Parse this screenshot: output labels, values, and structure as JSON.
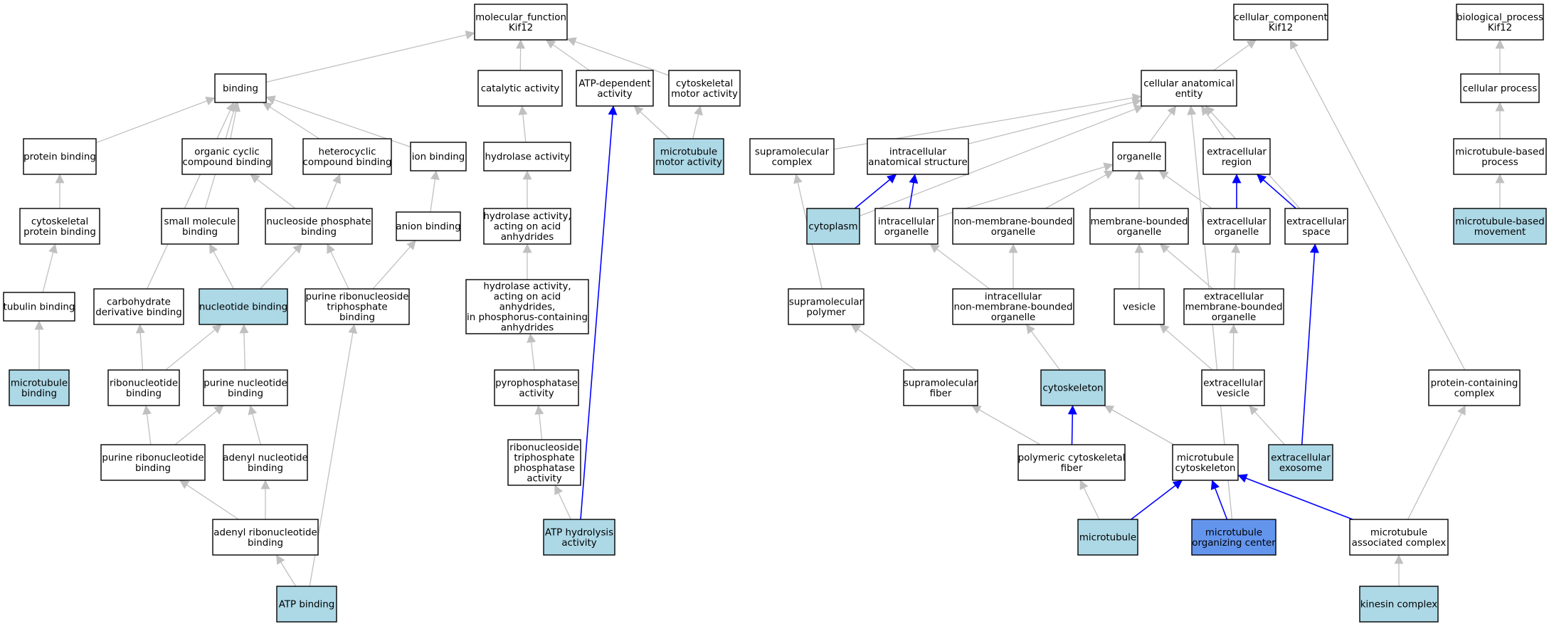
{
  "colors": {
    "node_default": "#ffffff",
    "node_annotated": "#add8e6",
    "node_highlight": "#6495ed",
    "edge_default": "#c0c0c0",
    "edge_part_of": "#0000ff",
    "border": "#000000"
  },
  "nodes": {
    "mf": {
      "lines": [
        "molecular_function",
        "Kif12"
      ],
      "fill": "default"
    },
    "cc": {
      "lines": [
        "cellular_component",
        "Kif12"
      ],
      "fill": "default"
    },
    "bp": {
      "lines": [
        "biological_process",
        "Kif12"
      ],
      "fill": "default"
    },
    "binding": {
      "lines": [
        "binding"
      ],
      "fill": "default"
    },
    "cat": {
      "lines": [
        "catalytic activity"
      ],
      "fill": "default"
    },
    "atpdep": {
      "lines": [
        "ATP-dependent",
        "activity"
      ],
      "fill": "default"
    },
    "cytomot": {
      "lines": [
        "cytoskeletal",
        "motor activity"
      ],
      "fill": "default"
    },
    "cae": {
      "lines": [
        "cellular anatomical",
        "entity"
      ],
      "fill": "default"
    },
    "cellproc": {
      "lines": [
        "cellular process"
      ],
      "fill": "default"
    },
    "protbind": {
      "lines": [
        "protein binding"
      ],
      "fill": "default"
    },
    "occb": {
      "lines": [
        "organic cyclic",
        "compound binding"
      ],
      "fill": "default"
    },
    "hcb": {
      "lines": [
        "heterocyclic",
        "compound binding"
      ],
      "fill": "default"
    },
    "ionb": {
      "lines": [
        "ion binding"
      ],
      "fill": "default"
    },
    "hydro": {
      "lines": [
        "hydrolase activity"
      ],
      "fill": "default"
    },
    "mtmotor": {
      "lines": [
        "microtubule",
        "motor activity"
      ],
      "fill": "annotated"
    },
    "supcomp": {
      "lines": [
        "supramolecular",
        "complex"
      ],
      "fill": "default"
    },
    "ias": {
      "lines": [
        "intracellular",
        "anatomical structure"
      ],
      "fill": "default"
    },
    "organelle": {
      "lines": [
        "organelle"
      ],
      "fill": "default"
    },
    "extreg": {
      "lines": [
        "extracellular",
        "region"
      ],
      "fill": "default"
    },
    "mtbp": {
      "lines": [
        "microtubule-based",
        "process"
      ],
      "fill": "default"
    },
    "cytpb": {
      "lines": [
        "cytoskeletal",
        "protein binding"
      ],
      "fill": "default"
    },
    "smb": {
      "lines": [
        "small molecule",
        "binding"
      ],
      "fill": "default"
    },
    "nspb": {
      "lines": [
        "nucleoside phosphate",
        "binding"
      ],
      "fill": "default"
    },
    "anionb": {
      "lines": [
        "anion binding"
      ],
      "fill": "default"
    },
    "hyaa": {
      "lines": [
        "hydrolase activity,",
        "acting on acid",
        "anhydrides"
      ],
      "fill": "default"
    },
    "cytoplasm": {
      "lines": [
        "cytoplasm"
      ],
      "fill": "annotated"
    },
    "intorg": {
      "lines": [
        "intracellular",
        "organelle"
      ],
      "fill": "default"
    },
    "nmbo": {
      "lines": [
        "non-membrane-bounded",
        "organelle"
      ],
      "fill": "default"
    },
    "mbo": {
      "lines": [
        "membrane-bounded",
        "organelle"
      ],
      "fill": "default"
    },
    "extorg": {
      "lines": [
        "extracellular",
        "organelle"
      ],
      "fill": "default"
    },
    "extspace": {
      "lines": [
        "extracellular",
        "space"
      ],
      "fill": "default"
    },
    "mtbm": {
      "lines": [
        "microtubule-based",
        "movement"
      ],
      "fill": "annotated"
    },
    "tubb": {
      "lines": [
        "tubulin binding"
      ],
      "fill": "default"
    },
    "cdb": {
      "lines": [
        "carbohydrate",
        "derivative binding"
      ],
      "fill": "default"
    },
    "nucb": {
      "lines": [
        "nucleotide binding"
      ],
      "fill": "annotated"
    },
    "prntb": {
      "lines": [
        "purine ribonucleoside",
        "triphosphate",
        "binding"
      ],
      "fill": "default"
    },
    "hyaap": {
      "lines": [
        "hydrolase activity,",
        "acting on acid",
        "anhydrides,",
        "in phosphorus-containing",
        "anhydrides"
      ],
      "fill": "default"
    },
    "suppoly": {
      "lines": [
        "supramolecular",
        "polymer"
      ],
      "fill": "default"
    },
    "inmbo": {
      "lines": [
        "intracellular",
        "non-membrane-bounded",
        "organelle"
      ],
      "fill": "default"
    },
    "vesicle": {
      "lines": [
        "vesicle"
      ],
      "fill": "default"
    },
    "embo": {
      "lines": [
        "extracellular",
        "membrane-bounded",
        "organelle"
      ],
      "fill": "default"
    },
    "mtbind": {
      "lines": [
        "microtubule",
        "binding"
      ],
      "fill": "annotated"
    },
    "rnb": {
      "lines": [
        "ribonucleotide",
        "binding"
      ],
      "fill": "default"
    },
    "pnb": {
      "lines": [
        "purine nucleotide",
        "binding"
      ],
      "fill": "default"
    },
    "ppase": {
      "lines": [
        "pyrophosphatase",
        "activity"
      ],
      "fill": "default"
    },
    "supfib": {
      "lines": [
        "supramolecular",
        "fiber"
      ],
      "fill": "default"
    },
    "cytoskel": {
      "lines": [
        "cytoskeleton"
      ],
      "fill": "annotated"
    },
    "extves": {
      "lines": [
        "extracellular",
        "vesicle"
      ],
      "fill": "default"
    },
    "pcc": {
      "lines": [
        "protein-containing",
        "complex"
      ],
      "fill": "default"
    },
    "prnb": {
      "lines": [
        "purine ribonucleotide",
        "binding"
      ],
      "fill": "default"
    },
    "anb": {
      "lines": [
        "adenyl nucleotide",
        "binding"
      ],
      "fill": "default"
    },
    "rntpa": {
      "lines": [
        "ribonucleoside",
        "triphosphate",
        "phosphatase",
        "activity"
      ],
      "fill": "default"
    },
    "pcf": {
      "lines": [
        "polymeric cytoskeletal",
        "fiber"
      ],
      "fill": "default"
    },
    "mtcs": {
      "lines": [
        "microtubule",
        "cytoskeleton"
      ],
      "fill": "default"
    },
    "exo": {
      "lines": [
        "extracellular",
        "exosome"
      ],
      "fill": "annotated"
    },
    "arnb": {
      "lines": [
        "adenyl ribonucleotide",
        "binding"
      ],
      "fill": "default"
    },
    "atphyd": {
      "lines": [
        "ATP hydrolysis",
        "activity"
      ],
      "fill": "annotated"
    },
    "mt": {
      "lines": [
        "microtubule"
      ],
      "fill": "annotated"
    },
    "mtoc": {
      "lines": [
        "microtubule",
        "organizing center"
      ],
      "fill": "highlight"
    },
    "mtac": {
      "lines": [
        "microtubule",
        "associated complex"
      ],
      "fill": "default"
    },
    "atpb": {
      "lines": [
        "ATP binding"
      ],
      "fill": "annotated"
    },
    "kinc": {
      "lines": [
        "kinesin complex"
      ],
      "fill": "annotated"
    }
  },
  "edges": [
    {
      "from": "binding",
      "to": "mf",
      "type": "is_a"
    },
    {
      "from": "cat",
      "to": "mf",
      "type": "is_a"
    },
    {
      "from": "atpdep",
      "to": "mf",
      "type": "is_a"
    },
    {
      "from": "cytomot",
      "to": "mf",
      "type": "is_a"
    },
    {
      "from": "cae",
      "to": "cc",
      "type": "is_a"
    },
    {
      "from": "pcc",
      "to": "cc",
      "type": "is_a"
    },
    {
      "from": "cellproc",
      "to": "bp",
      "type": "is_a"
    },
    {
      "from": "protbind",
      "to": "binding",
      "type": "is_a"
    },
    {
      "from": "occb",
      "to": "binding",
      "type": "is_a"
    },
    {
      "from": "hcb",
      "to": "binding",
      "type": "is_a"
    },
    {
      "from": "ionb",
      "to": "binding",
      "type": "is_a"
    },
    {
      "from": "smb",
      "to": "binding",
      "type": "is_a"
    },
    {
      "from": "cdb",
      "to": "binding",
      "type": "is_a"
    },
    {
      "from": "hydro",
      "to": "cat",
      "type": "is_a"
    },
    {
      "from": "mtmotor",
      "to": "atpdep",
      "type": "is_a"
    },
    {
      "from": "mtmotor",
      "to": "cytomot",
      "type": "is_a"
    },
    {
      "from": "atphyd",
      "to": "atpdep",
      "type": "part_of"
    },
    {
      "from": "supcomp",
      "to": "cae",
      "type": "is_a"
    },
    {
      "from": "ias",
      "to": "cae",
      "type": "is_a"
    },
    {
      "from": "organelle",
      "to": "cae",
      "type": "is_a"
    },
    {
      "from": "extreg",
      "to": "cae",
      "type": "is_a"
    },
    {
      "from": "cytoplasm",
      "to": "cae",
      "type": "is_a"
    },
    {
      "from": "extspace",
      "to": "cae",
      "type": "is_a"
    },
    {
      "from": "mtoc",
      "to": "cae",
      "type": "is_a"
    },
    {
      "from": "mtbp",
      "to": "cellproc",
      "type": "is_a"
    },
    {
      "from": "cytpb",
      "to": "protbind",
      "type": "is_a"
    },
    {
      "from": "nspb",
      "to": "occb",
      "type": "is_a"
    },
    {
      "from": "nspb",
      "to": "hcb",
      "type": "is_a"
    },
    {
      "from": "anionb",
      "to": "ionb",
      "type": "is_a"
    },
    {
      "from": "hyaa",
      "to": "hydro",
      "type": "is_a"
    },
    {
      "from": "cytoplasm",
      "to": "ias",
      "type": "part_of"
    },
    {
      "from": "intorg",
      "to": "ias",
      "type": "part_of"
    },
    {
      "from": "intorg",
      "to": "organelle",
      "type": "is_a"
    },
    {
      "from": "nmbo",
      "to": "organelle",
      "type": "is_a"
    },
    {
      "from": "mbo",
      "to": "organelle",
      "type": "is_a"
    },
    {
      "from": "extorg",
      "to": "organelle",
      "type": "is_a"
    },
    {
      "from": "extorg",
      "to": "extreg",
      "type": "part_of"
    },
    {
      "from": "extspace",
      "to": "extreg",
      "type": "part_of"
    },
    {
      "from": "mtbm",
      "to": "mtbp",
      "type": "is_a"
    },
    {
      "from": "tubb",
      "to": "cytpb",
      "type": "is_a"
    },
    {
      "from": "nucb",
      "to": "smb",
      "type": "is_a"
    },
    {
      "from": "nucb",
      "to": "nspb",
      "type": "is_a"
    },
    {
      "from": "prntb",
      "to": "nspb",
      "type": "is_a"
    },
    {
      "from": "prntb",
      "to": "anionb",
      "type": "is_a"
    },
    {
      "from": "hyaap",
      "to": "hyaa",
      "type": "is_a"
    },
    {
      "from": "suppoly",
      "to": "supcomp",
      "type": "is_a"
    },
    {
      "from": "inmbo",
      "to": "intorg",
      "type": "is_a"
    },
    {
      "from": "inmbo",
      "to": "nmbo",
      "type": "is_a"
    },
    {
      "from": "vesicle",
      "to": "mbo",
      "type": "is_a"
    },
    {
      "from": "embo",
      "to": "mbo",
      "type": "is_a"
    },
    {
      "from": "embo",
      "to": "extorg",
      "type": "is_a"
    },
    {
      "from": "exo",
      "to": "extspace",
      "type": "part_of"
    },
    {
      "from": "mtbind",
      "to": "tubb",
      "type": "is_a"
    },
    {
      "from": "rnb",
      "to": "cdb",
      "type": "is_a"
    },
    {
      "from": "rnb",
      "to": "nucb",
      "type": "is_a"
    },
    {
      "from": "pnb",
      "to": "nucb",
      "type": "is_a"
    },
    {
      "from": "atpb",
      "to": "prntb",
      "type": "is_a"
    },
    {
      "from": "ppase",
      "to": "hyaap",
      "type": "is_a"
    },
    {
      "from": "supfib",
      "to": "suppoly",
      "type": "is_a"
    },
    {
      "from": "cytoskel",
      "to": "inmbo",
      "type": "is_a"
    },
    {
      "from": "extves",
      "to": "vesicle",
      "type": "is_a"
    },
    {
      "from": "extves",
      "to": "embo",
      "type": "is_a"
    },
    {
      "from": "prnb",
      "to": "rnb",
      "type": "is_a"
    },
    {
      "from": "prnb",
      "to": "pnb",
      "type": "is_a"
    },
    {
      "from": "anb",
      "to": "pnb",
      "type": "is_a"
    },
    {
      "from": "rntpa",
      "to": "ppase",
      "type": "is_a"
    },
    {
      "from": "pcf",
      "to": "supfib",
      "type": "is_a"
    },
    {
      "from": "pcf",
      "to": "cytoskel",
      "type": "part_of"
    },
    {
      "from": "mtcs",
      "to": "cytoskel",
      "type": "is_a"
    },
    {
      "from": "exo",
      "to": "extves",
      "type": "is_a"
    },
    {
      "from": "mtac",
      "to": "pcc",
      "type": "is_a"
    },
    {
      "from": "arnb",
      "to": "prnb",
      "type": "is_a"
    },
    {
      "from": "arnb",
      "to": "anb",
      "type": "is_a"
    },
    {
      "from": "atphyd",
      "to": "rntpa",
      "type": "is_a"
    },
    {
      "from": "mt",
      "to": "pcf",
      "type": "is_a"
    },
    {
      "from": "mt",
      "to": "mtcs",
      "type": "part_of"
    },
    {
      "from": "mtoc",
      "to": "mtcs",
      "type": "part_of"
    },
    {
      "from": "mtac",
      "to": "mtcs",
      "type": "part_of"
    },
    {
      "from": "atpb",
      "to": "arnb",
      "type": "is_a"
    },
    {
      "from": "kinc",
      "to": "mtac",
      "type": "is_a"
    }
  ]
}
